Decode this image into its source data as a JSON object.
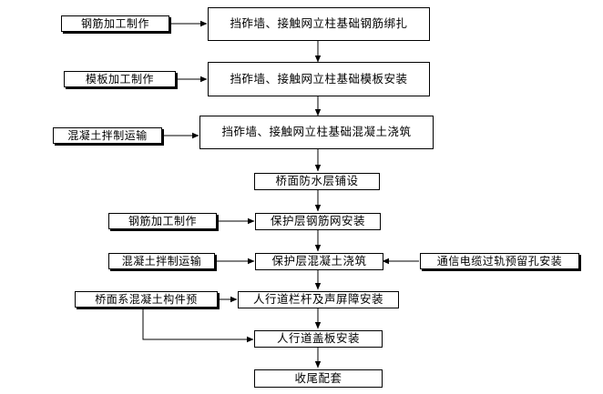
{
  "flowchart": {
    "main_steps": [
      "挡砟墙、接触网立柱基础钢筋绑扎",
      "挡砟墙、接触网立柱基础模板安装",
      "挡砟墙、接触网立柱基础混凝土浇筑",
      "桥面防水层铺设",
      "保护层钢筋网安装",
      "保护层混凝土浇筑",
      "人行道栏杆及声屏障安装",
      "人行道盖板安装",
      "收尾配套"
    ],
    "inputs": [
      "钢筋加工制作",
      "模板加工制作",
      "混凝土拌制运输",
      "钢筋加工制作",
      "混凝土拌制运输",
      "桥面系混凝土构件预",
      "通信电缆过轨预留孔安装"
    ]
  }
}
